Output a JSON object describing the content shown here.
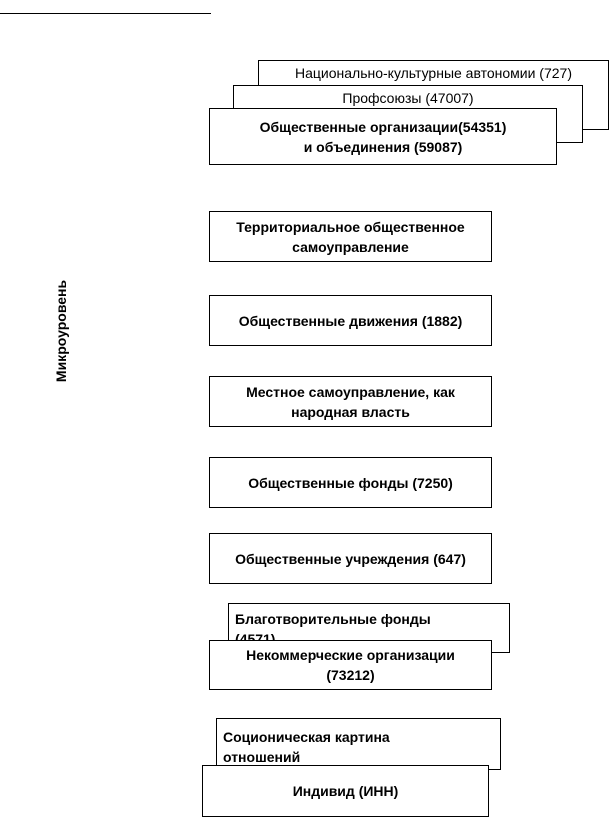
{
  "side_label": "Микроуровень",
  "stack1": {
    "back": "Национально-культурные автономии (727)",
    "middle": "Профсоюзы (47007)",
    "front_line1": "Общественные организации(54351)",
    "front_line2": "и объединения (59087)"
  },
  "boxes": {
    "territorial_line1": "Территориальное общественное",
    "territorial_line2": "самоуправление",
    "movements": "Общественные движения (1882)",
    "local_line1": "Местное самоуправление, как",
    "local_line2": "народная власть",
    "funds": "Общественные фонды (7250)",
    "institutions": "Общественные учреждения (647)"
  },
  "stack2": {
    "back_line1": "Благотворительные фонды",
    "back_line2": "(4571)",
    "front_line1": "Некоммерческие организации",
    "front_line2": "(73212)"
  },
  "stack3": {
    "back_line1": "Соционическая картина",
    "back_line2": "отношений",
    "front": "Индивид (ИНН)"
  }
}
